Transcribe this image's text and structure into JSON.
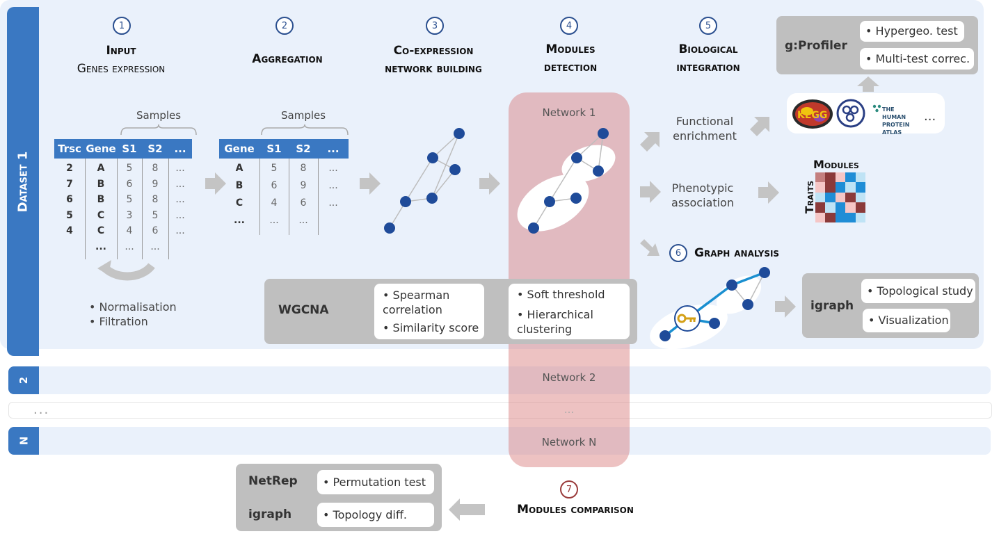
{
  "dataset_labels": {
    "first": "Dataset 1",
    "second": "2",
    "nth": "N",
    "ellipsis": "..."
  },
  "steps": [
    {
      "num": "1",
      "title": "Input",
      "subtitle": "Genes expression"
    },
    {
      "num": "2",
      "title": "Aggregation"
    },
    {
      "num": "3",
      "title": "Co-expression",
      "subtitle": "network building"
    },
    {
      "num": "4",
      "title": "Modules",
      "subtitle": "detection"
    },
    {
      "num": "5",
      "title": "Biological",
      "subtitle": "integration"
    },
    {
      "num": "6",
      "title": "Graph analysis"
    },
    {
      "num": "7",
      "title": "Modules comparison"
    }
  ],
  "input_table": {
    "samples_label": "Samples",
    "headers": [
      "Trsc",
      "Gene",
      "S1",
      "S2",
      "..."
    ],
    "rows": [
      [
        "2",
        "A",
        "5",
        "8",
        "..."
      ],
      [
        "7",
        "B",
        "6",
        "9",
        "..."
      ],
      [
        "6",
        "B",
        "5",
        "8",
        "..."
      ],
      [
        "5",
        "C",
        "3",
        "5",
        "..."
      ],
      [
        "4",
        "C",
        "4",
        "6",
        "..."
      ],
      [
        "",
        "...",
        "...",
        "...",
        ""
      ]
    ],
    "preprocessing": [
      "Normalisation",
      "Filtration"
    ]
  },
  "agg_table": {
    "samples_label": "Samples",
    "headers": [
      "Gene",
      "S1",
      "S2",
      "..."
    ],
    "rows": [
      [
        "A",
        "5",
        "8",
        "..."
      ],
      [
        "B",
        "6",
        "9",
        "..."
      ],
      [
        "C",
        "4",
        "6",
        "..."
      ],
      [
        "...",
        "...",
        "...",
        ""
      ]
    ]
  },
  "wgcna": {
    "label": "WGCNA",
    "left_items": [
      "Spearman correlation",
      "Similarity score"
    ],
    "right_items": [
      "Soft threshold",
      "Hierarchical clustering"
    ]
  },
  "networks": {
    "first": "Network 1",
    "second": "Network 2",
    "ellipsis": "...",
    "nth": "Network N"
  },
  "integration": {
    "functional": "Functional enrichment",
    "phenotypic": "Phenotypic association",
    "gprofiler": {
      "label": "g:Profiler",
      "items": [
        "Hypergeo. test",
        "Multi-test correc."
      ]
    },
    "db_logos": {
      "kegg": "KEGG",
      "protein_atlas": "THE HUMAN PROTEIN ATLAS",
      "more": "..."
    },
    "heatmap": {
      "x_label": "Modules",
      "y_label": "Traits",
      "colors": [
        "#c47f7f",
        "#8b3a3a",
        "#f5c6c6",
        "#1f8dd6",
        "#bfe3f5"
      ],
      "cells": [
        [
          0,
          1,
          2,
          3,
          4
        ],
        [
          2,
          1,
          3,
          4,
          3
        ],
        [
          4,
          3,
          2,
          1,
          4
        ],
        [
          1,
          4,
          3,
          2,
          1
        ],
        [
          2,
          1,
          3,
          3,
          4
        ]
      ]
    }
  },
  "graph_analysis": {
    "tool": "igraph",
    "items": [
      "Topological study",
      "Visualization"
    ]
  },
  "comparison": {
    "tools": [
      "NetRep",
      "igraph"
    ],
    "items": [
      "Permutation test",
      "Topology diff."
    ]
  }
}
